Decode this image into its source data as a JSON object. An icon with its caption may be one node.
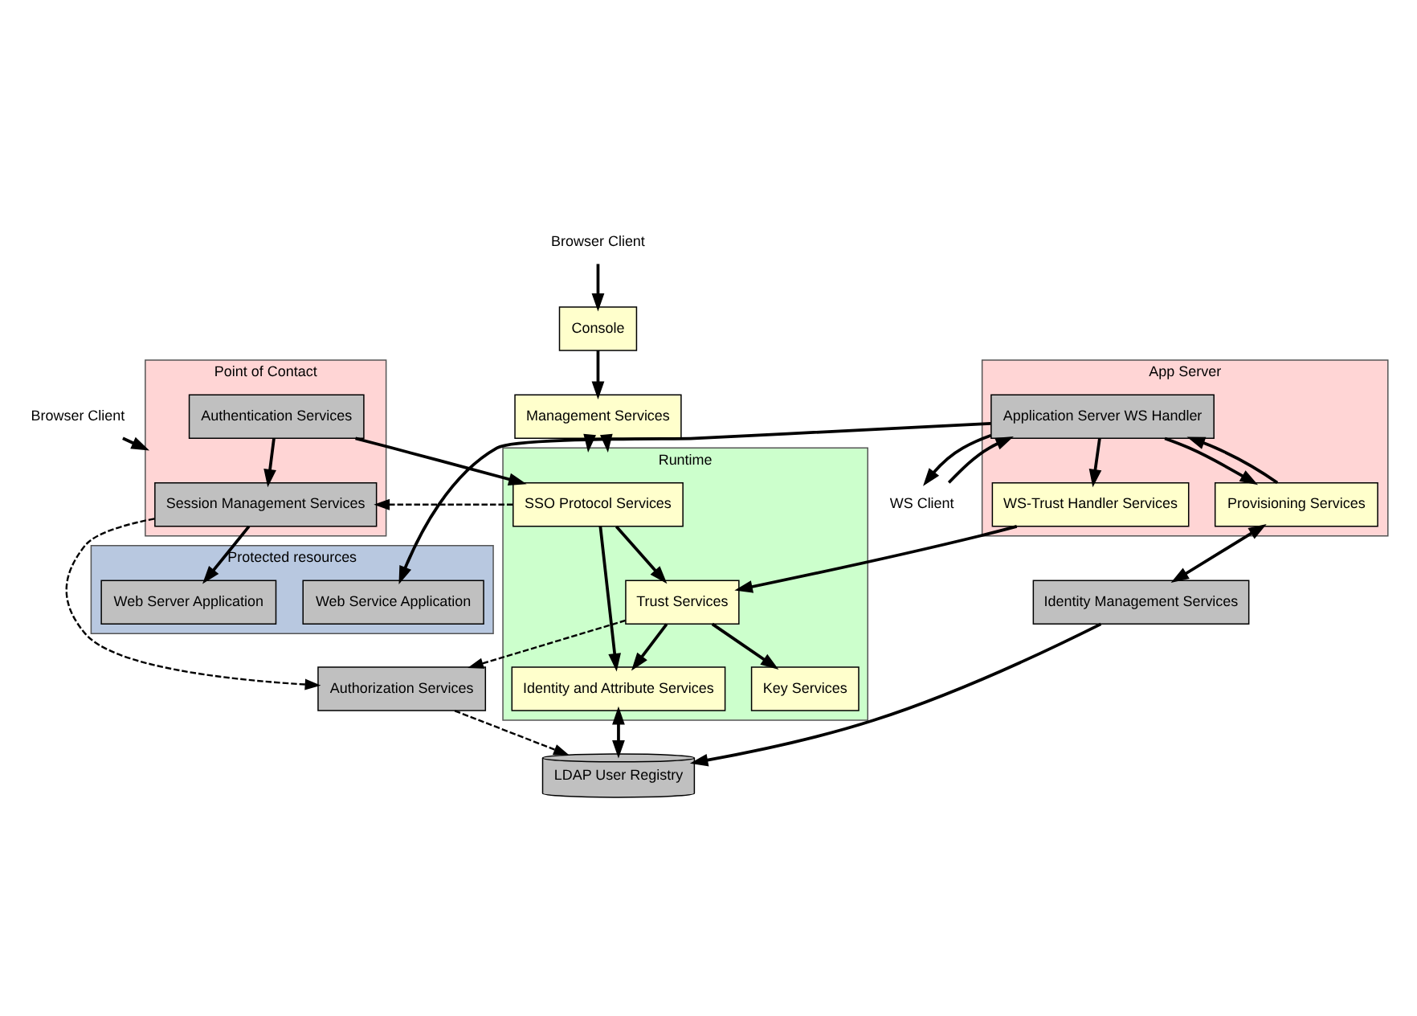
{
  "diagram": {
    "nodes": [
      {
        "text": [
          "Browser Client"
        ]
      },
      {
        "text": [
          "Console"
        ]
      },
      {
        "text": [
          "Management Services"
        ]
      },
      {
        "text": [
          "Point of Contact"
        ]
      },
      {
        "text": [
          "Session Management Services"
        ],
        "in": 3
      },
      {
        "text": [
          "Authentication Services"
        ],
        "in": 3
      },
      {
        "text": [
          "Browser Client"
        ]
      },
      {
        "text": [
          "Runtime"
        ]
      },
      {
        "text": [
          "SSO Protocol Services"
        ],
        "in": 7
      },
      {
        "text": [
          "Key Services"
        ],
        "in": 7
      },
      {
        "text": [
          "Trust Services"
        ],
        "in": 7
      },
      {
        "text": [
          "Identity and Attribute Services"
        ],
        "in": 7
      },
      {
        "text": [
          "Protected resources"
        ]
      },
      {
        "text": [
          "Web Server Application"
        ],
        "in": 12
      },
      {
        "text": [
          "Web Service Application"
        ],
        "in": 12
      },
      {
        "text": [
          "App Server"
        ]
      },
      {
        "text": [
          "WS-Trust Handler Services"
        ],
        "in": 15
      },
      {
        "text": [
          "Application Server WS Handler"
        ],
        "in": 15
      },
      {
        "text": [
          "Provisioning Services"
        ],
        "in": 15
      },
      {
        "text": [
          "WS Client"
        ]
      },
      {
        "text": [
          "Authorization Services"
        ]
      },
      {
        "text": [
          "LDAP User Registry"
        ]
      },
      {
        "text": [
          "Identity Management Services"
        ]
      }
    ],
    "edges": [
      {
        "from": 0,
        "to": 1,
        "arrow": "to"
      },
      {
        "from": 1,
        "to": 2,
        "arrow": "to"
      },
      {
        "from": 2,
        "to": 7,
        "arrow": "to"
      },
      {
        "from": 2,
        "to": 7,
        "arrow": "to"
      },
      {
        "from": 6,
        "to": 3,
        "arrow": "to"
      },
      {
        "from": 5,
        "to": 4,
        "arrow": "to"
      },
      {
        "from": 4,
        "to": 13,
        "arrow": "to"
      },
      {
        "from": 8,
        "to": 4,
        "arrow": "to",
        "style": "dashed"
      },
      {
        "from": 5,
        "to": 8,
        "arrow": "to"
      },
      {
        "from": 4,
        "to": 20,
        "arrow": "to",
        "style": "dashed"
      },
      {
        "from": 8,
        "to": 10,
        "arrow": "to"
      },
      {
        "from": 8,
        "to": 11,
        "arrow": "to"
      },
      {
        "from": 10,
        "to": 9,
        "arrow": "to"
      },
      {
        "from": 10,
        "to": 11,
        "arrow": "to"
      },
      {
        "from": 10,
        "to": 20,
        "arrow": "to",
        "style": "dashed"
      },
      {
        "from": 16,
        "to": 10,
        "arrow": "to"
      },
      {
        "from": 17,
        "to": 16,
        "arrow": "to"
      },
      {
        "from": 17,
        "to": 14,
        "arrow": "to"
      },
      {
        "from": 17,
        "to": 18,
        "arrow": "to"
      },
      {
        "from": 18,
        "to": 17,
        "arrow": "to"
      },
      {
        "from": 17,
        "to": 19,
        "arrow": "to"
      },
      {
        "from": 19,
        "to": 17,
        "arrow": "to"
      },
      {
        "from": 11,
        "to": 21,
        "arrow": "both"
      },
      {
        "from": 20,
        "to": 21,
        "arrow": "to",
        "style": "dashed"
      },
      {
        "from": 18,
        "to": 22,
        "arrow": "both"
      },
      {
        "from": 22,
        "to": 21,
        "arrow": "to"
      }
    ]
  }
}
